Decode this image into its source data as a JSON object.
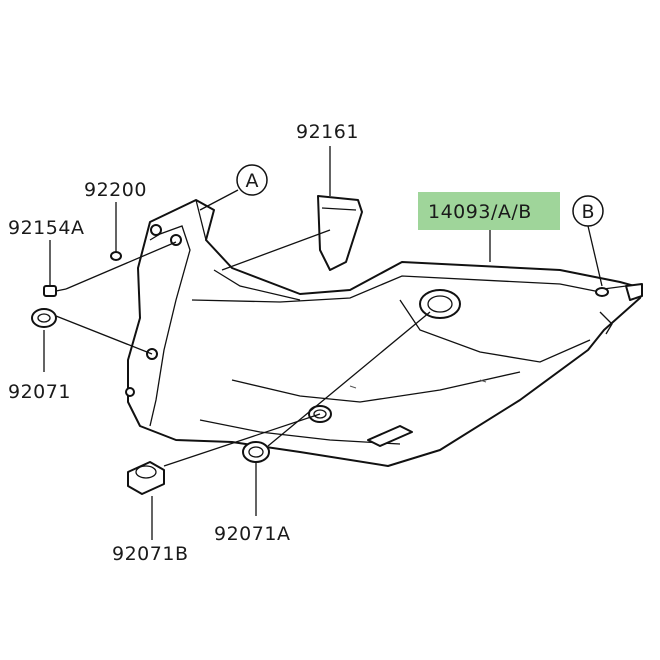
{
  "parts": {
    "p92161": "92161",
    "p92200": "92200",
    "p92154A": "92154A",
    "p92071": "92071",
    "p92071B": "92071B",
    "p92071A": "92071A",
    "p14093": "14093/A/B"
  },
  "callouts": {
    "a": "A",
    "b": "B"
  },
  "colors": {
    "highlight": "#9fd59a",
    "ink": "#111111"
  }
}
